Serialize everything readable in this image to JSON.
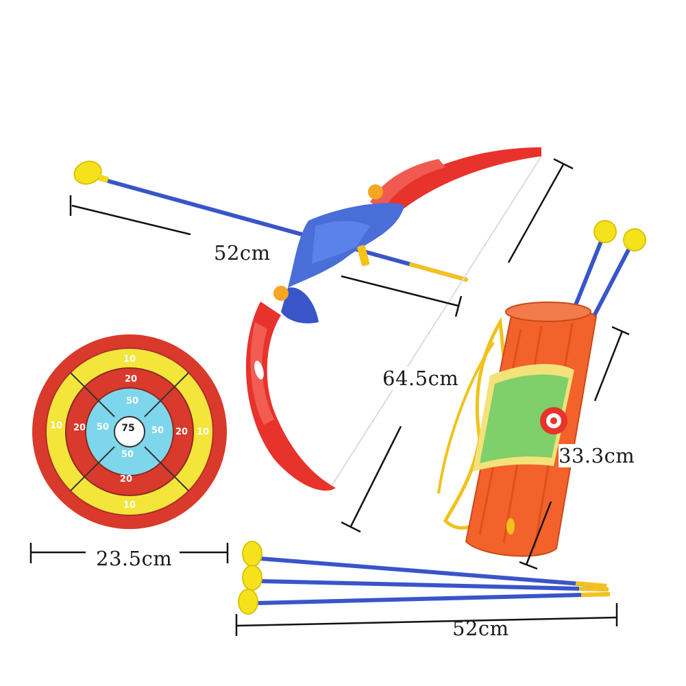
{
  "dimensions": {
    "arrow_length": "52cm",
    "bow_length": "64.5cm",
    "quiver_length": "33.3cm",
    "target_diameter": "23.5cm",
    "arrows_length": "52cm"
  },
  "target": {
    "outer_score": "10",
    "middle_score": "20",
    "inner_score": "50",
    "bullseye_score": "75"
  },
  "colors": {
    "bow_red": "#e8322c",
    "bow_blue": "#4a6ed8",
    "shaft_blue": "#3a55c8",
    "suction_yellow": "#f5e21a",
    "quiver_orange": "#f2622a",
    "target_red": "#d93a2c",
    "target_yellow": "#f4e53a",
    "target_cyan": "#7ed6ec",
    "strap_yellow": "#f0c21a"
  }
}
